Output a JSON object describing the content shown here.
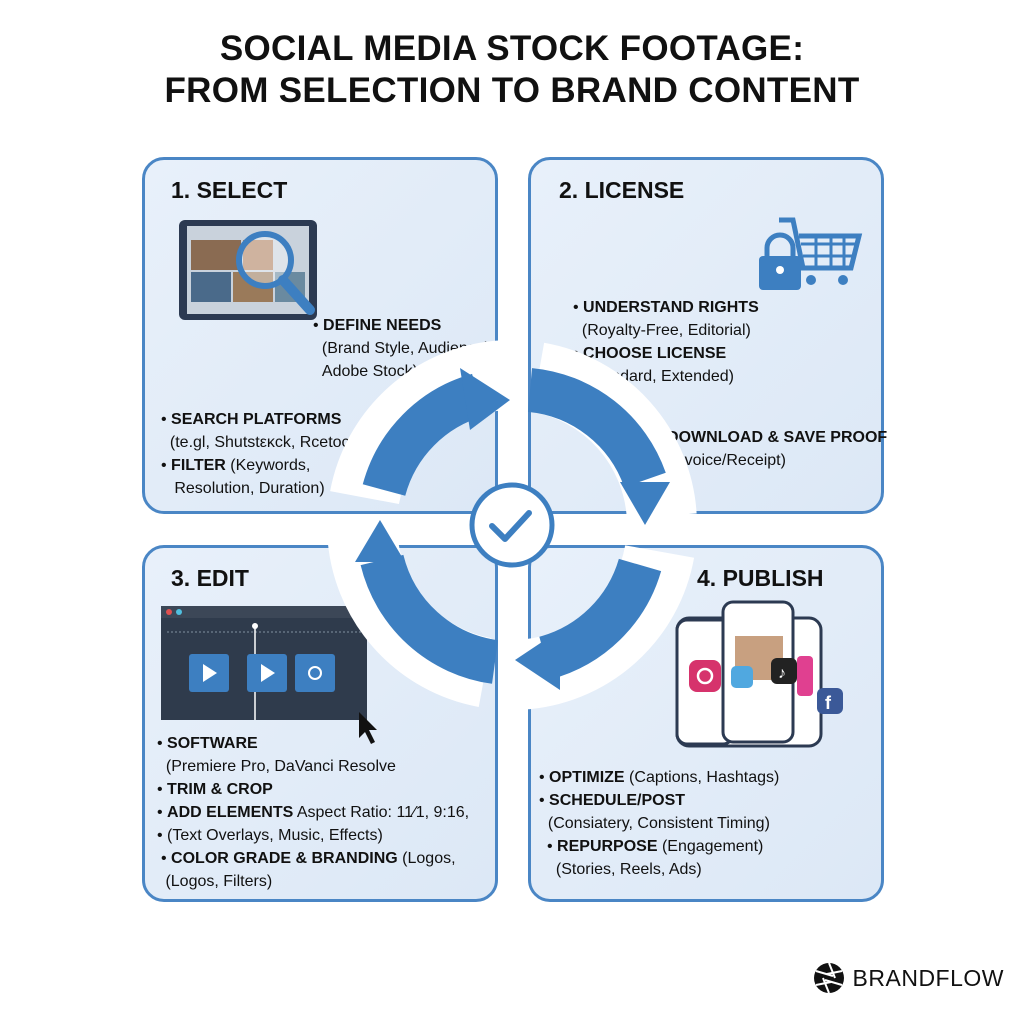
{
  "title": {
    "line1": "SOCIAL MEDIA STOCK FOOTAGE:",
    "line2": "FROM SELECTION TO BRAND CONTENT"
  },
  "colors": {
    "accent": "#3d7fc1",
    "border": "#4a86c5",
    "panel_bg": "#e3edf8"
  },
  "panels": [
    {
      "heading": "1. SELECT",
      "items": [
        {
          "bold": "DEFINE NEEDS",
          "rest": "",
          "sub": [
            "(Brand Style, Audience)",
            "Adobe Stock)"
          ]
        },
        {
          "bold": "SEARCH PLATFORMS",
          "rest": "",
          "sub": [
            "(te.gl, Shutstεκck, Rcetock)"
          ]
        },
        {
          "bold": "FILTER",
          "rest": " (Keywords,",
          "sub": [
            "Resolution, Duration)"
          ]
        }
      ]
    },
    {
      "heading": "2. LICENSE",
      "items": [
        {
          "bold": "UNDERSTAND RIGHTS",
          "rest": "",
          "sub": [
            "(Royalty-Free, Editorial)"
          ]
        },
        {
          "bold": "CHOOSE LICENSE",
          "rest": "",
          "sub": [
            "(Standard, Extended)"
          ]
        },
        {
          "bold": "DOWNLOAD & SAVE PROOF",
          "rest": "",
          "sub": [
            "(Invoice/Receipt)"
          ]
        }
      ]
    },
    {
      "heading": "3. EDIT",
      "items": [
        {
          "bold": "SOFTWARE",
          "rest": "",
          "sub": [
            "(Premiere Pro, DaVanci Resolve"
          ]
        },
        {
          "bold": "TRIM & CROP",
          "rest": "",
          "sub": []
        },
        {
          "bold": "ADD ELEMENTS",
          "rest": " Aspect Ratio: 11⁄1, 9:16,",
          "sub": []
        },
        {
          "bold": "",
          "rest": "(Text Overlays, Music, Effects)",
          "sub": []
        },
        {
          "bold": "COLOR GRADE & BRANDING",
          "rest": " (Logos,",
          "sub": [
            "(Logos, Filters)"
          ]
        }
      ]
    },
    {
      "heading": "4. PUBLISH",
      "items": [
        {
          "bold": "OPTIMIZE",
          "rest": " (Captions, Hashtags)",
          "sub": []
        },
        {
          "bold": "SCHEDULE/POST",
          "rest": "",
          "sub": [
            "(Consiatery, Consistent Timing)"
          ]
        },
        {
          "bold": "REPURPOSE",
          "rest": " (Engagement)",
          "sub": [
            "(Stories, Reels, Ads)"
          ]
        }
      ]
    }
  ],
  "brand": "BRANDFLOW"
}
